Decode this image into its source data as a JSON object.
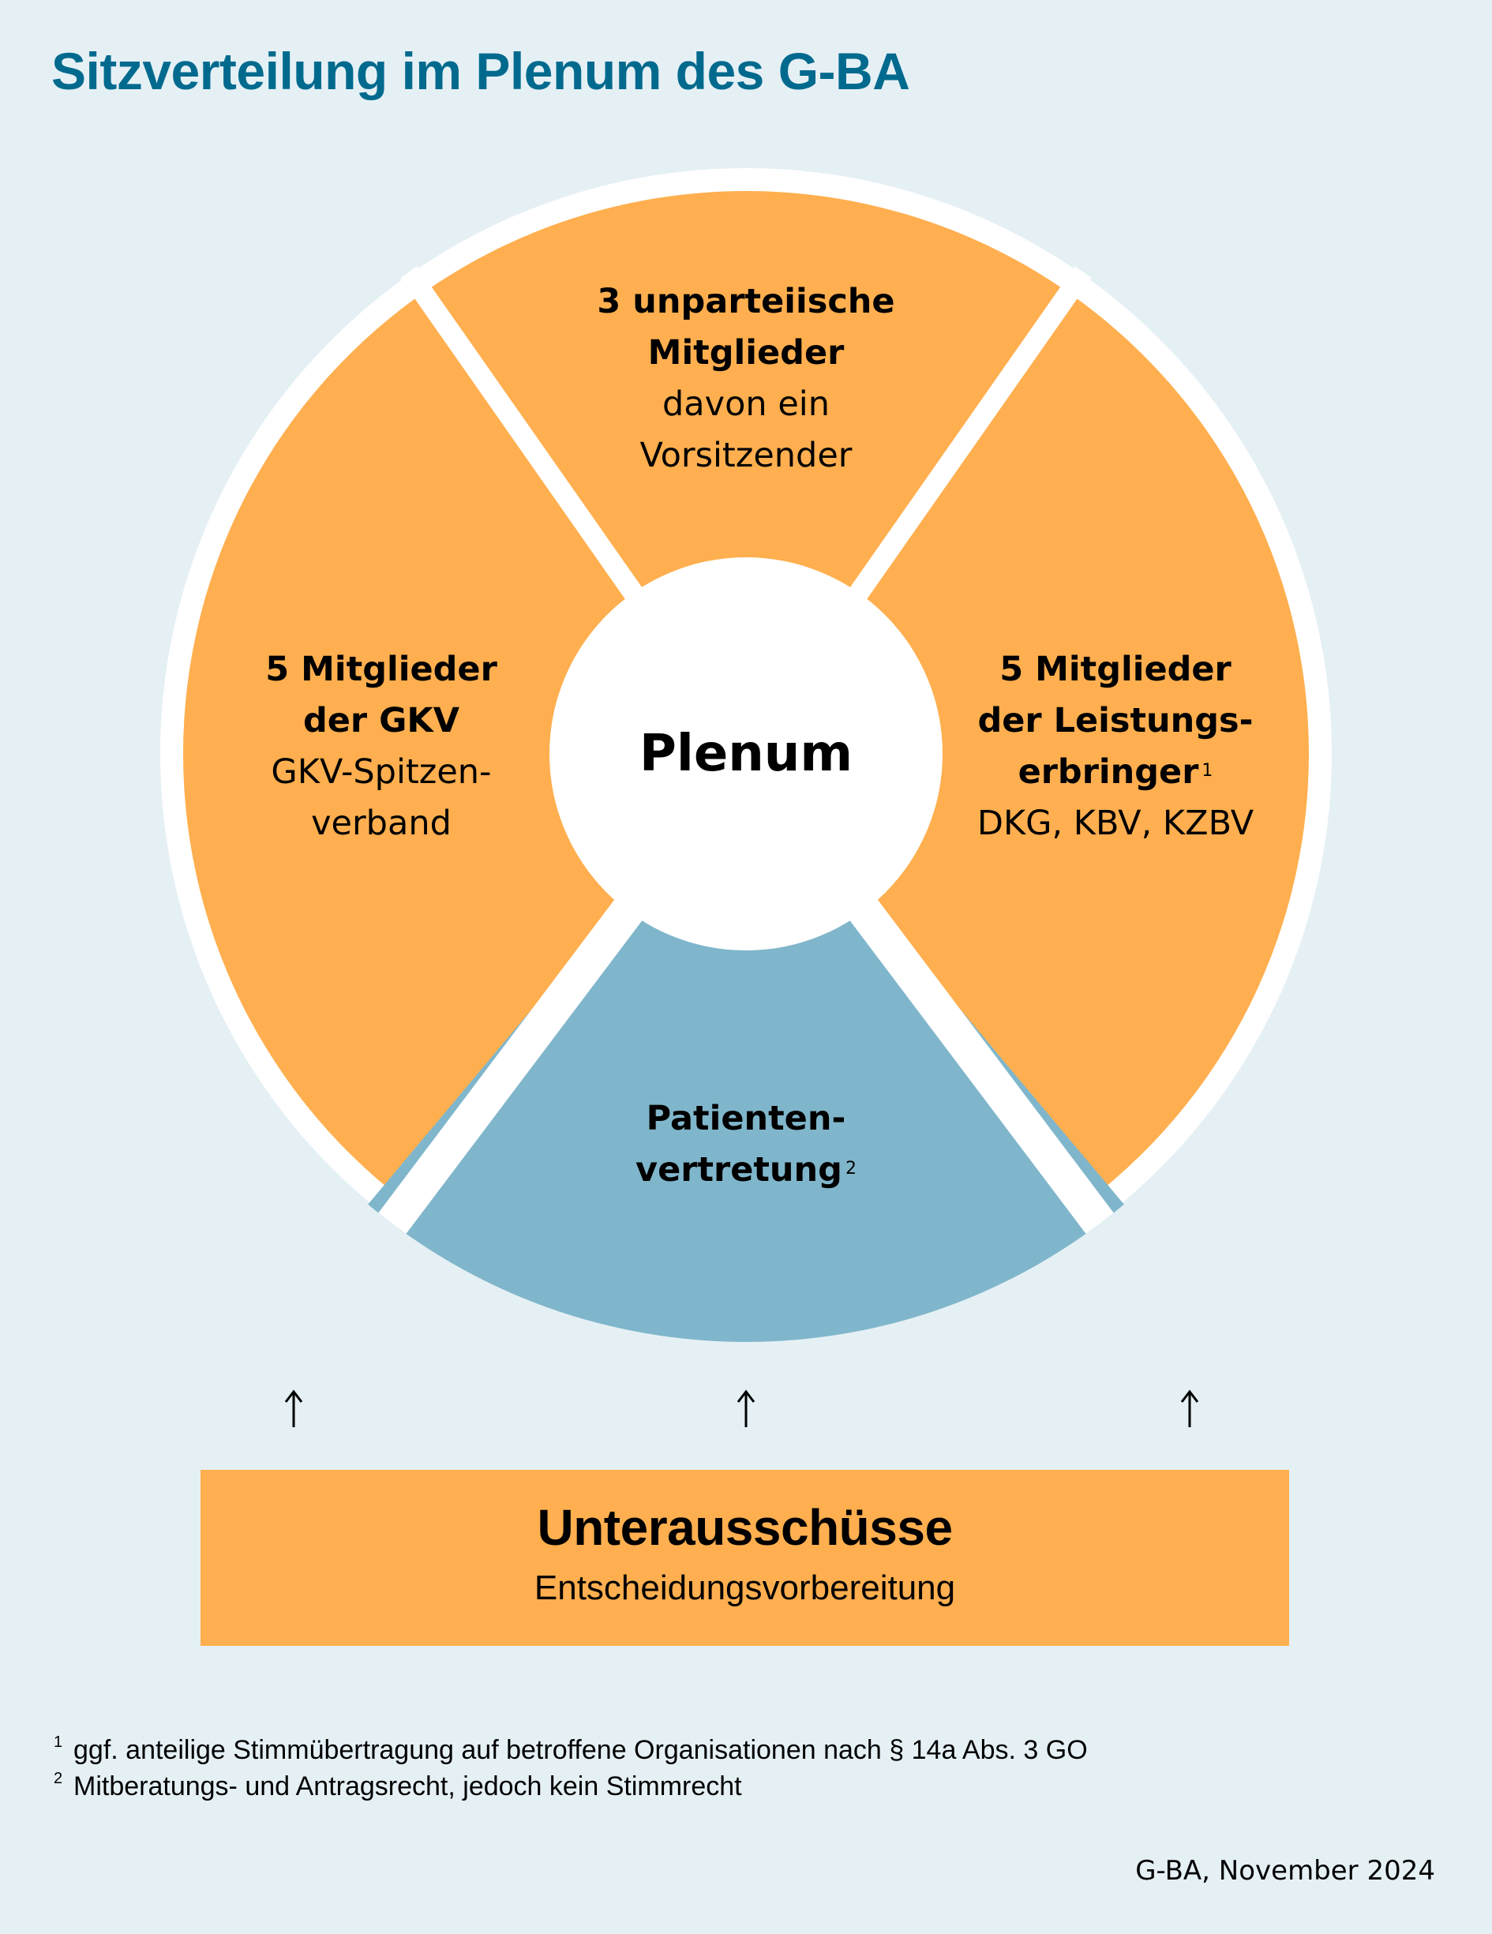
{
  "title": "Sitzverteilung im Plenum des G-BA",
  "colors": {
    "background": "#E5F0F5",
    "title": "#006A8E",
    "orange": "#FFAF4F",
    "blue": "#80B6CB",
    "ring": "#FFFFFF"
  },
  "center": {
    "label": "Plenum"
  },
  "segments": [
    {
      "id": "top",
      "bold_lines": [
        "3 unparteiische",
        "Mitglieder"
      ],
      "normal_lines": [
        "davon ein",
        "Vorsitzender"
      ],
      "footnote": "",
      "color": "orange"
    },
    {
      "id": "right",
      "bold_lines": [
        "5 Mitglieder",
        "der Leistungs-",
        "erbringer"
      ],
      "normal_lines": [
        "DKG, KBV, KZBV"
      ],
      "footnote": "1",
      "color": "orange"
    },
    {
      "id": "bottom",
      "bold_lines": [
        "Patienten-",
        "vertretung"
      ],
      "normal_lines": [],
      "footnote": "2",
      "color": "blue"
    },
    {
      "id": "left",
      "bold_lines": [
        "5 Mitglieder",
        "der GKV"
      ],
      "normal_lines": [
        "GKV-Spitzen-",
        "verband"
      ],
      "footnote": "",
      "color": "orange"
    }
  ],
  "arrows": [
    "arrow-up",
    "arrow-up",
    "arrow-up"
  ],
  "subcommittees": {
    "title": "Unterausschüsse",
    "subtitle": "Entscheidungsvorbereitung"
  },
  "footnotes": [
    {
      "mark": "1",
      "text": "ggf. anteilige Stimmübertragung auf betroffene Organisationen nach § 14a Abs. 3 GO"
    },
    {
      "mark": "2",
      "text": "Mitberatungs- und Antragsrecht, jedoch kein Stimmrecht"
    }
  ],
  "source": "G-BA, November 2024"
}
